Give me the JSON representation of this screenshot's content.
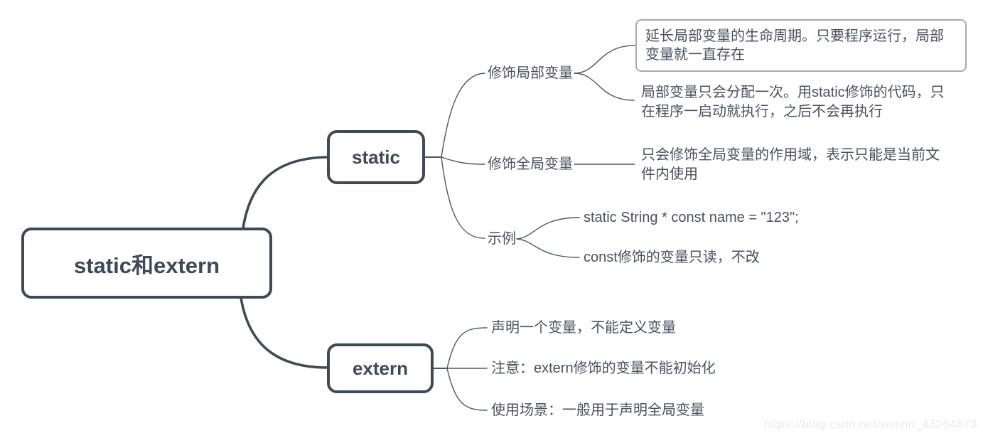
{
  "colors": {
    "dark": "#3f4a57",
    "line": "#4d5766",
    "text": "#49525f",
    "leaf_box_border": "#a7abb0",
    "watermark": "#e9eaeb"
  },
  "mindmap": {
    "root": {
      "label": "static和extern"
    },
    "branches": [
      {
        "label": "static",
        "topics": [
          {
            "label": "修饰局部变量",
            "notes": [
              {
                "text": "延长局部变量的生命周期。只要程序运行，局部变量就一直存在",
                "boxed": true
              },
              {
                "text": "局部变量只会分配一次。用static修饰的代码，只在程序一启动就执行，之后不会再执行",
                "boxed": false
              }
            ]
          },
          {
            "label": "修饰全局变量",
            "notes": [
              {
                "text": "只会修饰全局变量的作用域，表示只能是当前文件内使用",
                "boxed": false
              }
            ]
          },
          {
            "label": "示例",
            "notes": [
              {
                "text": "static String * const name = \"123\";",
                "boxed": false
              },
              {
                "text": "const修饰的变量只读，不改",
                "boxed": false
              }
            ]
          }
        ]
      },
      {
        "label": "extern",
        "topics": [
          {
            "label": "声明一个变量，不能定义变量"
          },
          {
            "label": "注意：extern修饰的变量不能初始化"
          },
          {
            "label": "使用场景：一般用于声明全局变量"
          }
        ]
      }
    ]
  },
  "watermark": {
    "text": "https://blog.csdn.net/weixin_43264873"
  }
}
